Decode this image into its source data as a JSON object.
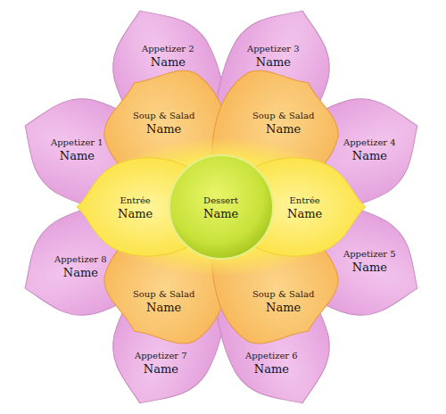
{
  "diagram": {
    "nodes": [
      {
        "text": [
          "Appetizer 2",
          "Name"
        ]
      },
      {
        "text": [
          "Appetizer 3",
          "Name"
        ]
      },
      {
        "text": [
          "Soup & Salad",
          "Name"
        ]
      },
      {
        "text": [
          "Soup & Salad",
          "Name"
        ]
      },
      {
        "text": [
          "Appetizer 1",
          "Name"
        ]
      },
      {
        "text": [
          "Appetizer 4",
          "Name"
        ]
      },
      {
        "text": [
          "Entrée",
          "Name"
        ]
      },
      {
        "text": [
          "Dessert",
          "Name"
        ]
      },
      {
        "text": [
          "Entrée",
          "Name"
        ]
      },
      {
        "text": [
          "Appetizer 8",
          "Name"
        ]
      },
      {
        "text": [
          "Appetizer 5",
          "Name"
        ]
      },
      {
        "text": [
          "Soup & Salad",
          "Name"
        ]
      },
      {
        "text": [
          "Soup & Salad",
          "Name"
        ]
      },
      {
        "text": [
          "Appetizer 7",
          "Name"
        ]
      },
      {
        "text": [
          "Appetizer 6",
          "Name"
        ]
      }
    ]
  }
}
